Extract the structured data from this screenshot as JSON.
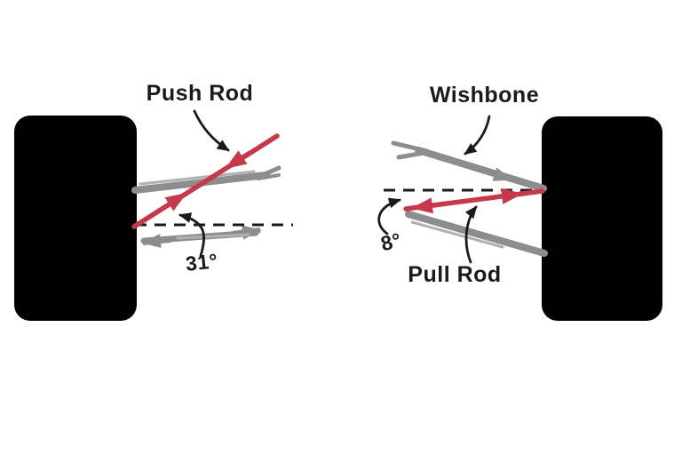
{
  "diagram": {
    "description": "Hand-drawn comparison of push-rod and pull-rod suspension geometry between two tires",
    "background": "#ffffff",
    "colors": {
      "wheel": "#000000",
      "rod_red": "#c5394a",
      "rod_gray": "#8d8d8d",
      "rod_gray_light": "#b0b0b0",
      "ink": "#1a1a1a"
    },
    "left_panel": {
      "rod_label": "Push Rod",
      "angle_label": "31°"
    },
    "right_panel": {
      "wishbone_label": "Wishbone",
      "rod_label": "Pull Rod",
      "angle_label": "8°"
    }
  }
}
